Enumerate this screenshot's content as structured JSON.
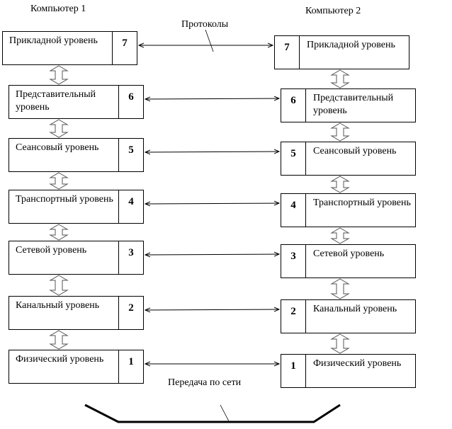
{
  "computers": {
    "left_title": "Компьютер 1",
    "right_title": "Компьютер 2"
  },
  "layers": [
    {
      "number": "7",
      "name": "Прикладной уровень"
    },
    {
      "number": "6",
      "name": "Представительный уровень"
    },
    {
      "number": "5",
      "name": "Сеансовый уровень"
    },
    {
      "number": "4",
      "name": "Транспортный уровень"
    },
    {
      "number": "3",
      "name": "Сетевой уровень"
    },
    {
      "number": "2",
      "name": "Канальный уровень"
    },
    {
      "number": "1",
      "name": "Физический уровень"
    }
  ],
  "labels": {
    "protocols": "Протоколы",
    "network_transmission": "Передача по сети"
  },
  "icons": {
    "layer_link": "double-headed-horizontal-arrow",
    "vertical_link": "hollow-double-vertical-arrow",
    "network_medium": "trough-line"
  }
}
